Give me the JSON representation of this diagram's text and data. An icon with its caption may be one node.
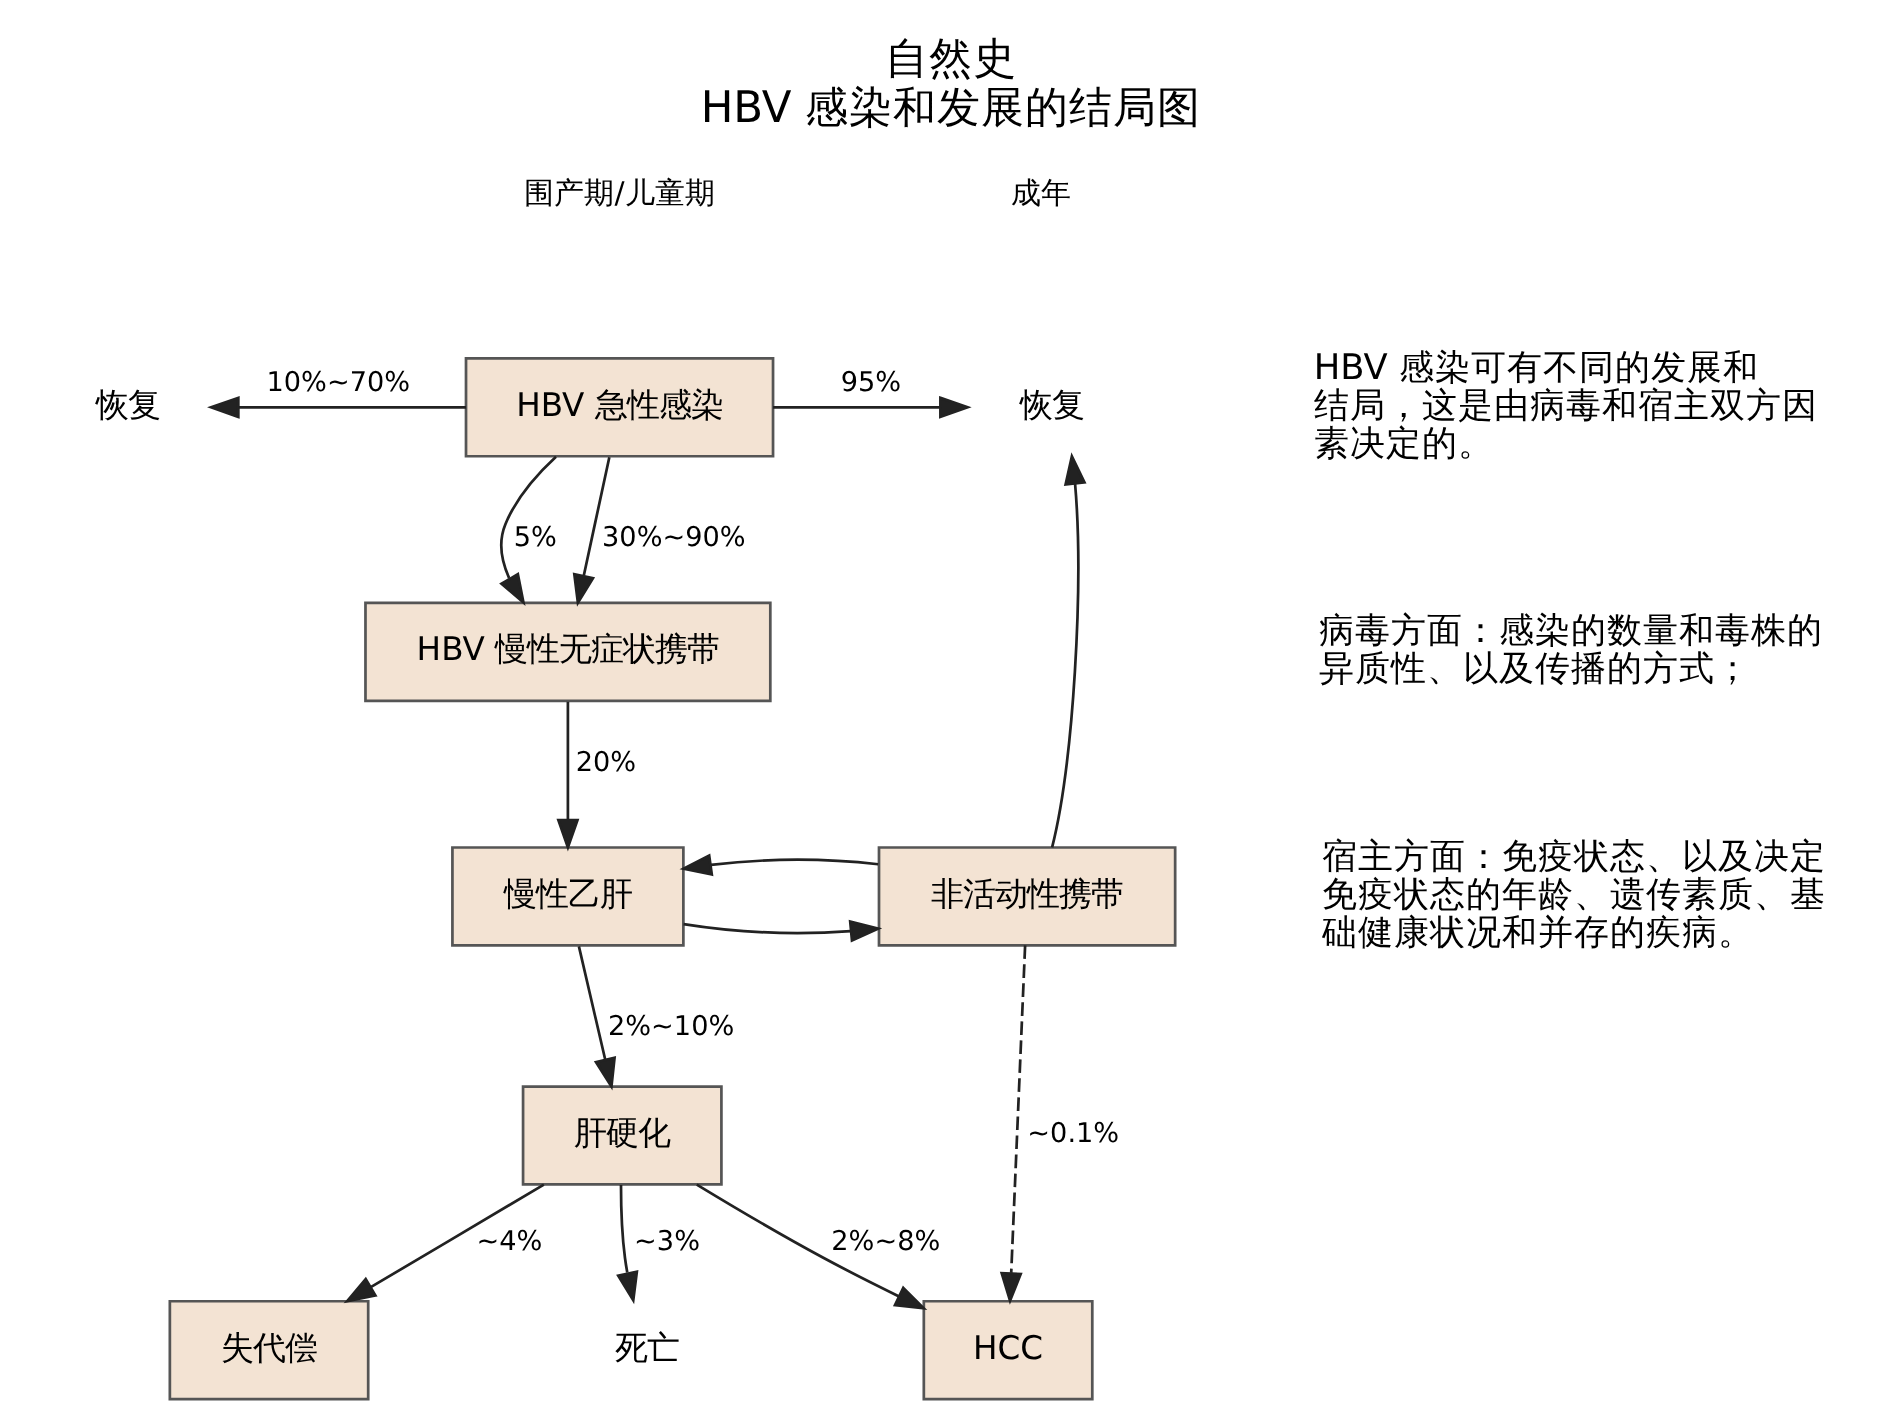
{
  "diagram": {
    "title": "自然史",
    "caption": "HBV 感染和发展的结局图",
    "nodes": [
      {
        "text": [
          "恢复"
        ]
      },
      {
        "text": [
          "HBV 急性感染"
        ]
      },
      {
        "text": [
          "恢复"
        ]
      },
      {
        "text": [
          "HBV 慢性无症状携带"
        ]
      },
      {
        "text": [
          "慢性乙肝"
        ]
      },
      {
        "text": [
          "非活动性携带"
        ]
      },
      {
        "text": [
          "肝硬化"
        ]
      },
      {
        "text": [
          "失代偿"
        ]
      },
      {
        "text": [
          "死亡"
        ]
      },
      {
        "text": [
          "HCC"
        ]
      }
    ],
    "edges": [
      {
        "from": 1,
        "to": 0,
        "arrow": "to",
        "label": "10%~70%"
      },
      {
        "from": 1,
        "to": 2,
        "arrow": "to",
        "label": "95%"
      },
      {
        "from": 1,
        "to": 3,
        "arrow": "to",
        "label": "30%~90%"
      },
      {
        "from": 1,
        "to": 3,
        "arrow": "to",
        "label": "5%"
      },
      {
        "from": 3,
        "to": 4,
        "arrow": "to",
        "label": "20%"
      },
      {
        "from": 4,
        "to": 5,
        "arrow": "to"
      },
      {
        "from": 5,
        "to": 4,
        "arrow": "to"
      },
      {
        "from": 5,
        "to": 2,
        "arrow": "to"
      },
      {
        "from": 4,
        "to": 6,
        "arrow": "to",
        "label": "2%~10%"
      },
      {
        "from": 6,
        "to": 7,
        "arrow": "to",
        "label": "~4%"
      },
      {
        "from": 6,
        "to": 8,
        "arrow": "to",
        "label": "~3%"
      },
      {
        "from": 6,
        "to": 9,
        "arrow": "to",
        "label": "2%~8%"
      },
      {
        "from": 5,
        "to": 9,
        "arrow": "to",
        "label": "~0.1%",
        "style": "dashed"
      }
    ],
    "labels": [
      "围产期/儿童期",
      "成年",
      "HBV 感染可有不同的发展和结局，这是由病毒和宿主双方因素决定的。",
      "病毒方面：感染的数量和毒株的异质性、以及传播的方式；",
      "宿主方面：免疫状态、以及决定免疫状态的年龄、遗传素质、基础健康状况和并存的疾病。"
    ]
  }
}
